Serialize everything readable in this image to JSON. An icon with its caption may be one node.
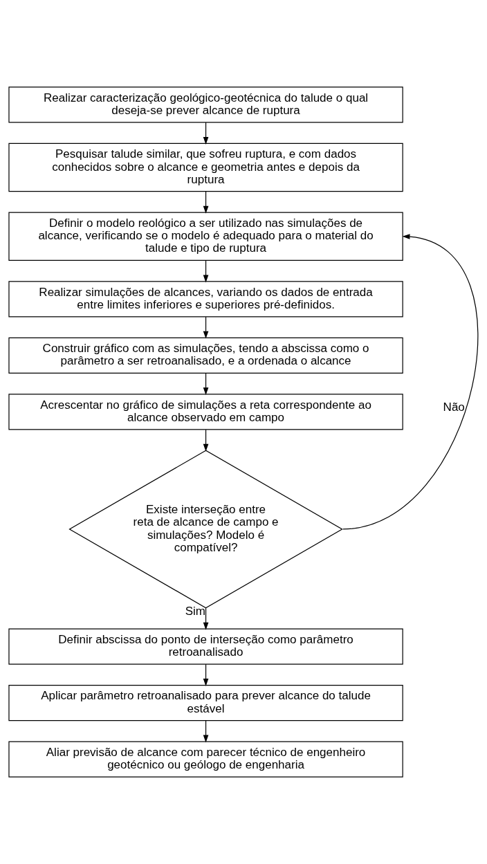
{
  "diagram": {
    "nodes": [
      {
        "text": [
          "Realizar caracterização geológico-geotécnica do talude o qual deseja-se prever alcance de ruptura"
        ]
      },
      {
        "text": [
          "Pesquisar talude similar, que sofreu ruptura, e com dados conhecidos sobre o alcance e geometria antes e depois da ruptura"
        ]
      },
      {
        "text": [
          "Definir o modelo reológico a ser utilizado nas simulações de alcance, verificando se o modelo é adequado para o material do talude e tipo de ruptura"
        ]
      },
      {
        "text": [
          "Realizar simulações de alcances, variando os dados de entrada entre limites inferiores e superiores pré-definidos."
        ]
      },
      {
        "text": [
          "Construir gráfico com as simulações, tendo a abscissa como o parâmetro a ser retroanalisado, e a ordenada o alcance"
        ]
      },
      {
        "text": [
          "Acrescentar no gráfico de simulações a reta correspondente ao alcance observado em campo"
        ]
      },
      {
        "text": [
          "Existe interseção entre reta de alcance de campo e simulações? Modelo é compatível?"
        ]
      },
      {
        "text": [
          "Definir abscissa do ponto de interseção como parâmetro retroanalisado"
        ]
      },
      {
        "text": [
          "Aplicar parâmetro retroanalisado para prever alcance do talude estável"
        ]
      },
      {
        "text": [
          "Aliar previsão de alcance com parecer técnico de engenheiro geotécnico ou geólogo de engenharia"
        ]
      }
    ],
    "edges": [
      {
        "from": 0,
        "to": 1,
        "arrow": "to"
      },
      {
        "from": 1,
        "to": 2,
        "arrow": "to"
      },
      {
        "from": 2,
        "to": 3,
        "arrow": "to"
      },
      {
        "from": 3,
        "to": 4,
        "arrow": "to"
      },
      {
        "from": 4,
        "to": 5,
        "arrow": "to"
      },
      {
        "from": 5,
        "to": 6,
        "arrow": "to"
      },
      {
        "from": 6,
        "to": 2,
        "arrow": "to",
        "label": "Não"
      },
      {
        "from": 6,
        "to": 7,
        "arrow": "to",
        "label": "Sim"
      },
      {
        "from": 7,
        "to": 8,
        "arrow": "to"
      },
      {
        "from": 8,
        "to": 9,
        "arrow": "to"
      }
    ]
  }
}
